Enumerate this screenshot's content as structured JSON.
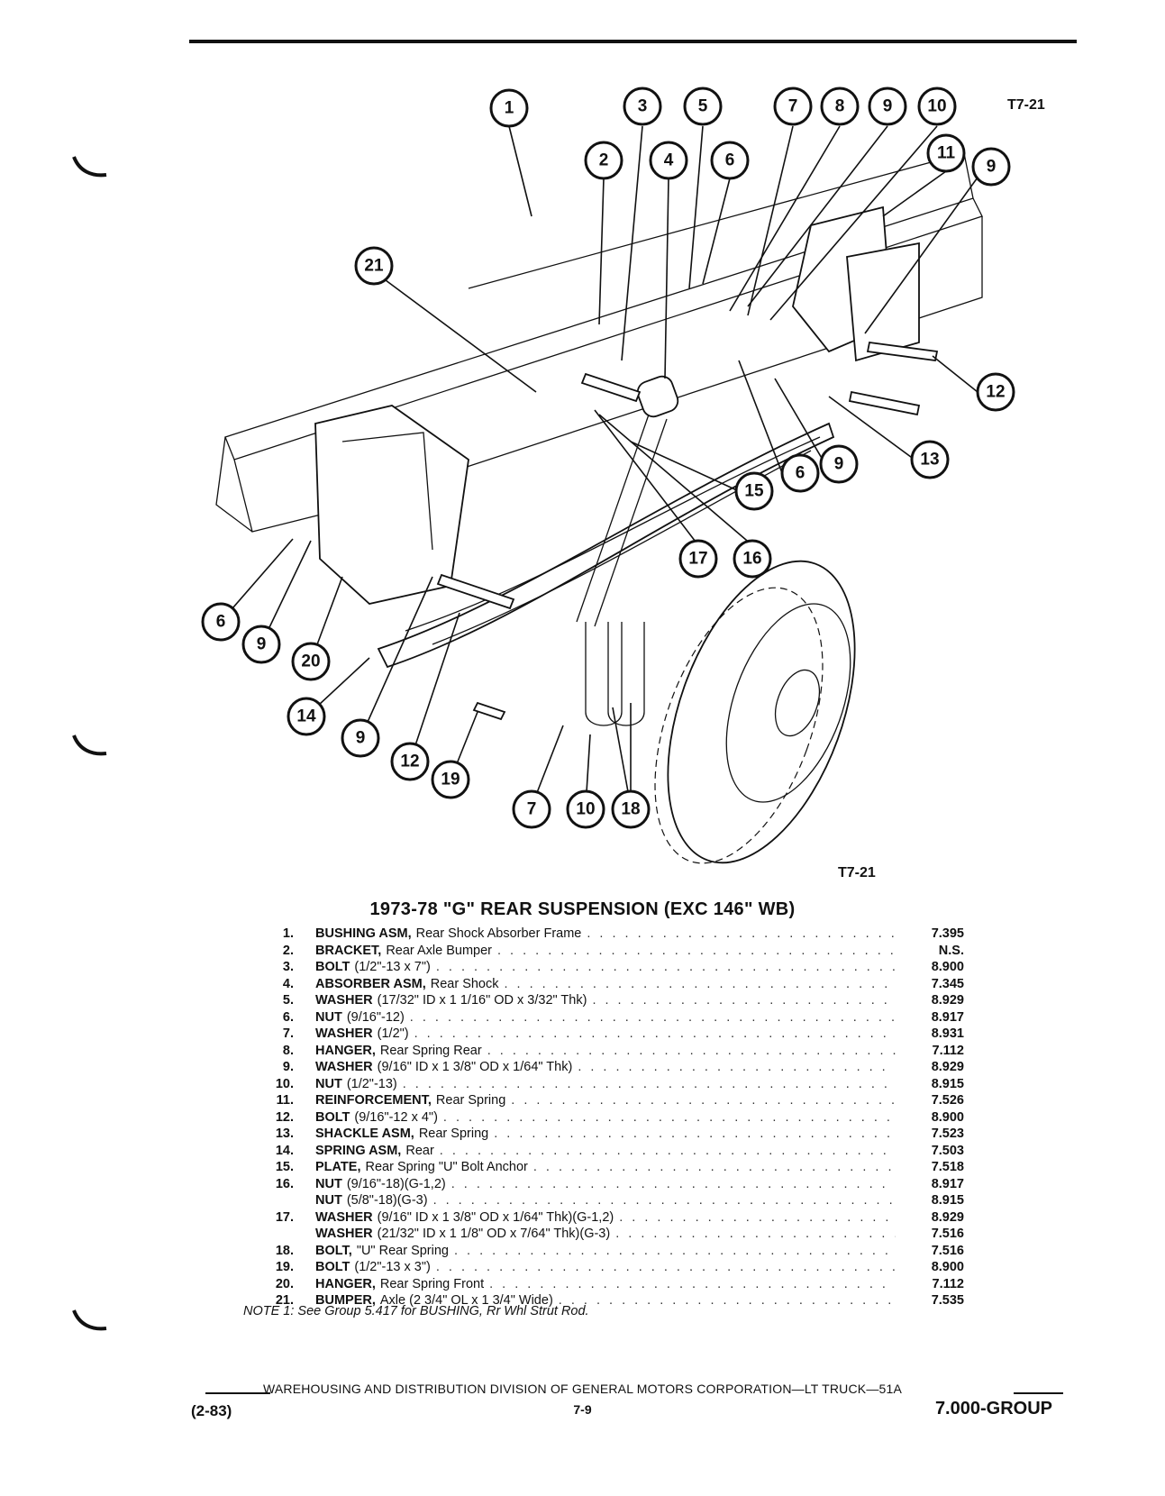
{
  "figure": {
    "code": "T7-21",
    "callouts": [
      "1",
      "2",
      "3",
      "4",
      "5",
      "6",
      "7",
      "8",
      "9",
      "10",
      "11",
      "9",
      "21",
      "12",
      "13",
      "15",
      "6",
      "9",
      "17",
      "16",
      "6",
      "9",
      "20",
      "14",
      "9",
      "12",
      "19",
      "7",
      "10",
      "18"
    ]
  },
  "title": "1973-78 \"G\" REAR SUSPENSION (EXC 146\" WB)",
  "parts": [
    {
      "num": "1.",
      "name": "BUSHING ASM,",
      "desc": "Rear Shock Absorber Frame",
      "ref": "7.395"
    },
    {
      "num": "2.",
      "name": "BRACKET,",
      "desc": "Rear Axle Bumper",
      "ref": "N.S."
    },
    {
      "num": "3.",
      "name": "BOLT",
      "desc": "(1/2\"-13 x 7\")",
      "ref": "8.900"
    },
    {
      "num": "4.",
      "name": "ABSORBER ASM,",
      "desc": "Rear Shock",
      "ref": "7.345"
    },
    {
      "num": "5.",
      "name": "WASHER",
      "desc": "(17/32\" ID x 1 1/16\" OD x 3/32\" Thk)",
      "ref": "8.929"
    },
    {
      "num": "6.",
      "name": "NUT",
      "desc": "(9/16\"-12)",
      "ref": "8.917"
    },
    {
      "num": "7.",
      "name": "WASHER",
      "desc": "(1/2\")",
      "ref": "8.931"
    },
    {
      "num": "8.",
      "name": "HANGER,",
      "desc": "Rear Spring Rear",
      "ref": "7.112"
    },
    {
      "num": "9.",
      "name": "WASHER",
      "desc": "(9/16\" ID x 1 3/8\" OD x 1/64\" Thk)",
      "ref": "8.929"
    },
    {
      "num": "10.",
      "name": "NUT",
      "desc": "(1/2\"-13)",
      "ref": "8.915"
    },
    {
      "num": "11.",
      "name": "REINFORCEMENT,",
      "desc": "Rear Spring",
      "ref": "7.526"
    },
    {
      "num": "12.",
      "name": "BOLT",
      "desc": "(9/16\"-12 x 4\")",
      "ref": "8.900"
    },
    {
      "num": "13.",
      "name": "SHACKLE ASM,",
      "desc": "Rear Spring",
      "ref": "7.523"
    },
    {
      "num": "14.",
      "name": "SPRING ASM,",
      "desc": "Rear",
      "ref": "7.503"
    },
    {
      "num": "15.",
      "name": "PLATE,",
      "desc": "Rear Spring \"U\" Bolt Anchor",
      "ref": "7.518"
    },
    {
      "num": "16.",
      "name": "NUT",
      "desc": "(9/16\"-18)(G-1,2)",
      "ref": "8.917"
    },
    {
      "num": "",
      "name": "NUT",
      "desc": "(5/8\"-18)(G-3)",
      "ref": "8.915"
    },
    {
      "num": "17.",
      "name": "WASHER",
      "desc": "(9/16\" ID x 1 3/8\" OD x 1/64\" Thk)(G-1,2)",
      "ref": "8.929"
    },
    {
      "num": "",
      "name": "WASHER",
      "desc": "(21/32\" ID x 1 1/8\" OD x 7/64\" Thk)(G-3)",
      "ref": "7.516"
    },
    {
      "num": "18.",
      "name": "BOLT,",
      "desc": "\"U\" Rear Spring",
      "ref": "7.516"
    },
    {
      "num": "19.",
      "name": "BOLT",
      "desc": "(1/2\"-13 x 3\")",
      "ref": "8.900"
    },
    {
      "num": "20.",
      "name": "HANGER,",
      "desc": "Rear Spring Front",
      "ref": "7.112"
    },
    {
      "num": "21.",
      "name": "BUMPER,",
      "desc": "Axle (2 3/4\" OL x 1 3/4\" Wide)",
      "ref": "7.535"
    }
  ],
  "note": "NOTE 1: See Group 5.417 for BUSHING, Rr Whl Strut Rod.",
  "footer": {
    "publisher": "WAREHOUSING AND DISTRIBUTION DIVISION OF GENERAL MOTORS CORPORATION—LT TRUCK—51A",
    "date": "(2-83)",
    "page": "7-9",
    "group": "7.000-GROUP"
  }
}
